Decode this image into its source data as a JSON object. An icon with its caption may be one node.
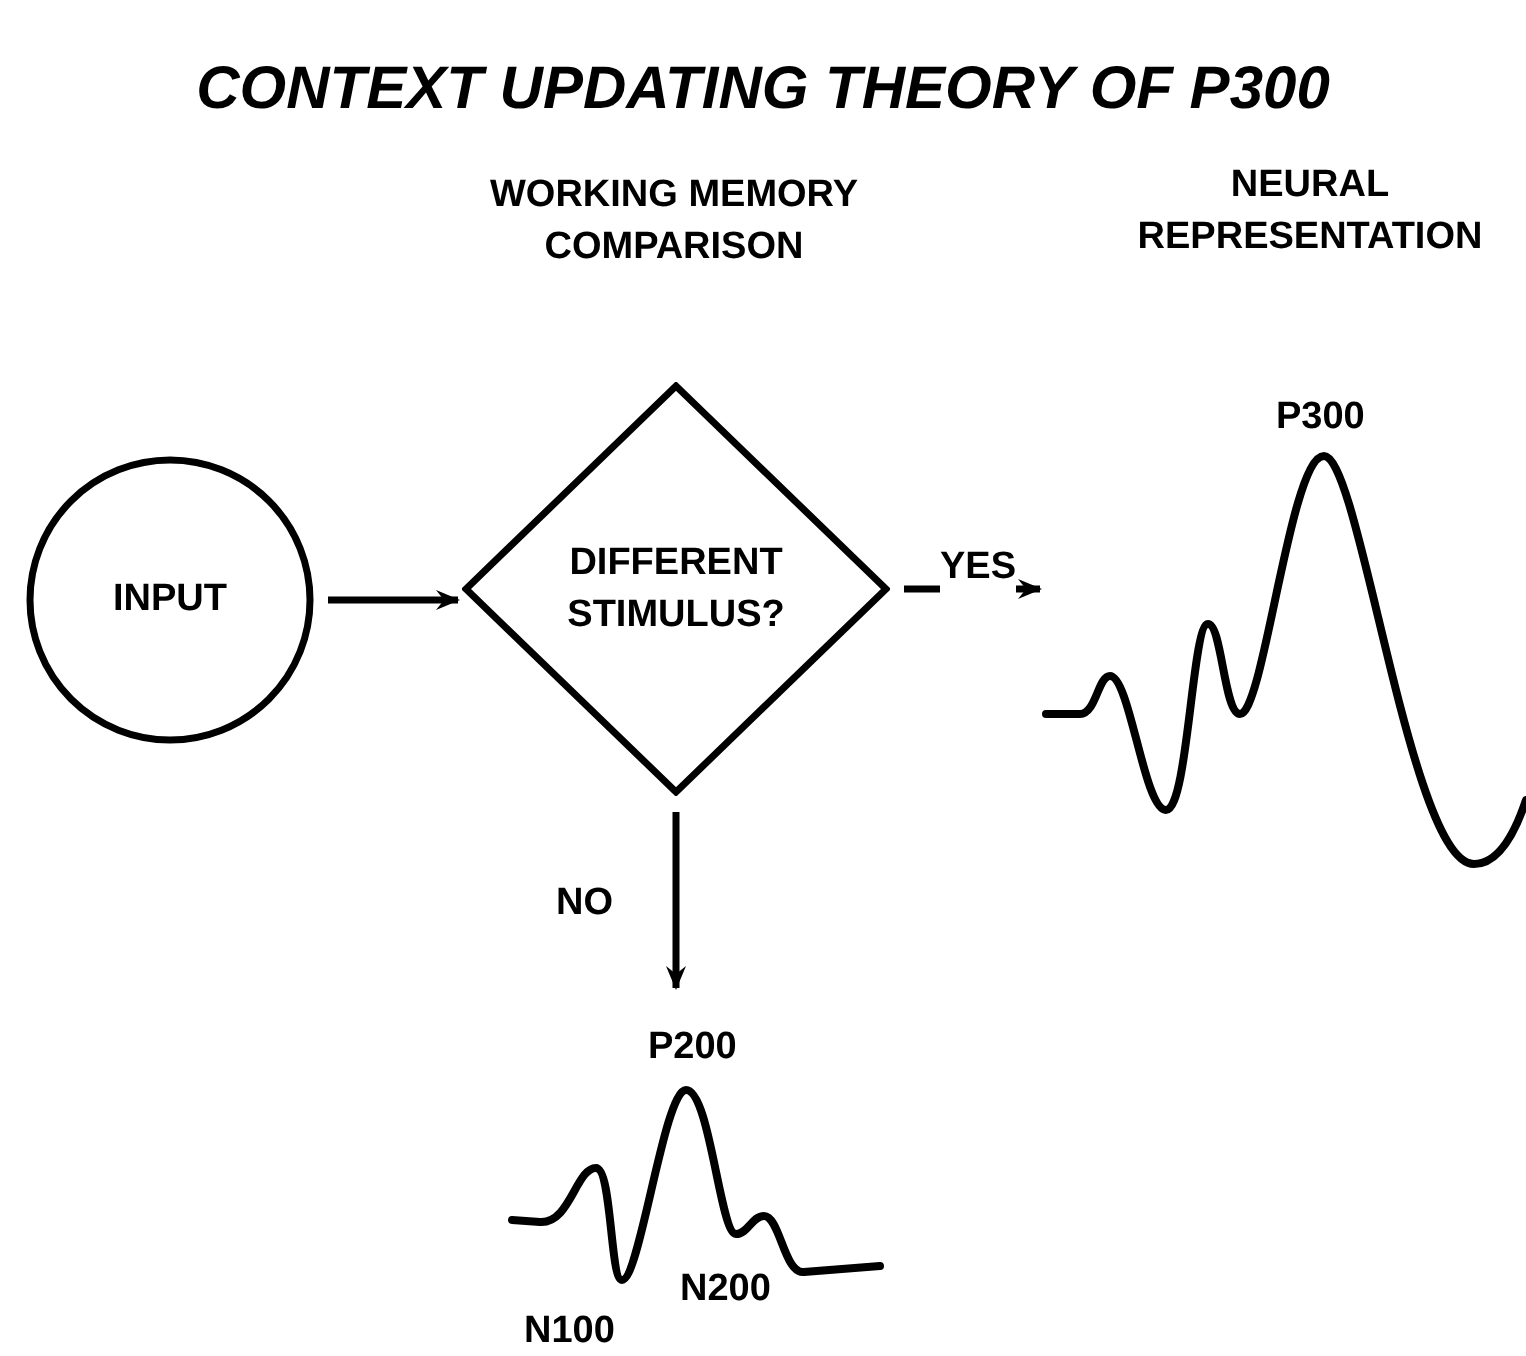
{
  "diagram": {
    "title": "CONTEXT UPDATING THEORY OF P300",
    "nodes": [
      {
        "text": [
          "INPUT"
        ]
      },
      {
        "text": [
          "DIFFERENT STIMULUS?"
        ]
      },
      {
        "text": [],
        "shape": "waveform",
        "beside": [
          "P300"
        ]
      },
      {
        "text": [],
        "shape": "waveform",
        "beside": [
          "P200",
          "N100",
          "N200"
        ]
      }
    ],
    "edges": [
      {
        "from": 0,
        "to": 1,
        "arrow": "to"
      },
      {
        "from": 1,
        "to": 2,
        "arrow": "to",
        "label": "YES"
      },
      {
        "from": 1,
        "to": 3,
        "arrow": "to",
        "label": "NO"
      }
    ],
    "labels": [
      "WORKING MEMORY COMPARISON",
      "NEURAL REPRESENTATION"
    ]
  }
}
